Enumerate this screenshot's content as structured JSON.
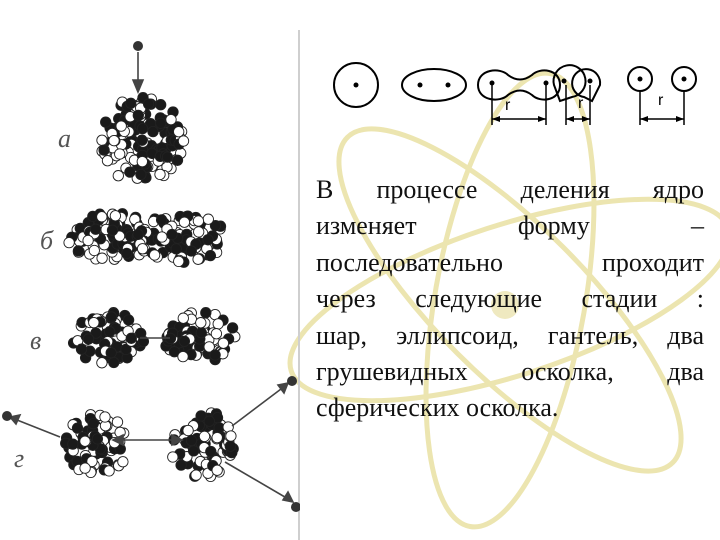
{
  "figure": {
    "stage_labels": [
      "а",
      "б",
      "в",
      "г"
    ],
    "distance_label": "r"
  },
  "text": {
    "lines": [
      "В процессе деления ядро",
      "изменяет форму –",
      "последовательно проходит",
      "через следующие стадии :",
      "шар, эллипсоид, гантель, два",
      "грушевидных осколка, два",
      "сферических осколка."
    ]
  },
  "colors": {
    "background_orbit": "#ece5b0",
    "ink": "#111111"
  }
}
